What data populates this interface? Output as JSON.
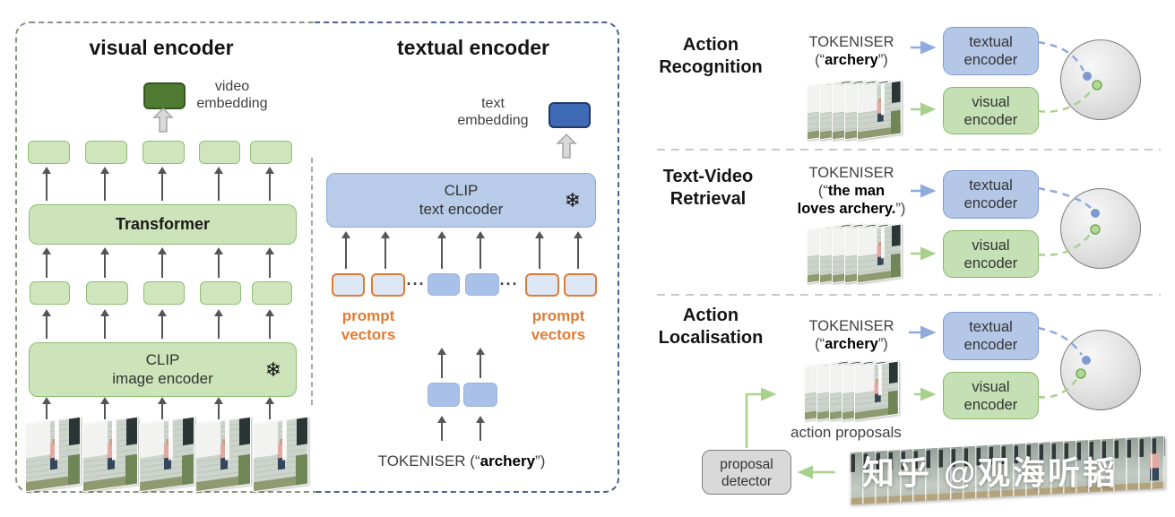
{
  "colors": {
    "green_fill": "#cfe6bd",
    "green_border": "#8ebe76",
    "dark_green_embedding": "#4e7b31",
    "blue_fill": "#b8cbe9",
    "blue_border": "#8faadc",
    "dark_blue_embedding": "#3f6ab5",
    "token_blue": "#a9c1e8",
    "prompt_orange": "#e07b33",
    "arrow_gray": "#555555",
    "arrow_blue": "#8faadc",
    "arrow_green": "#a9d18e",
    "sphere_gray": "#d9d9d9"
  },
  "left": {
    "visual": {
      "title": "visual encoder",
      "video_embedding_label": "video embedding",
      "transformer": "Transformer",
      "clip_line1": "CLIP",
      "clip_line2": "image encoder",
      "snowflake": "❄"
    },
    "textual": {
      "title": "textual encoder",
      "text_embedding_label": "text embedding",
      "clip_line1": "CLIP",
      "clip_line2": "text encoder",
      "snowflake": "❄",
      "prompt_vectors": "prompt vectors",
      "ellipsis": "···",
      "tokeniser_prefix": "TOKENISER (“",
      "tokeniser_bold": "archery",
      "tokeniser_suffix": "”)"
    }
  },
  "right": {
    "textual_encoder_line1": "textual",
    "textual_encoder_line2": "encoder",
    "visual_encoder_line1": "visual",
    "visual_encoder_line2": "encoder",
    "rows": [
      {
        "title1": "Action",
        "title2": "Recognition",
        "tok1": "TOKENISER",
        "tok2_pre": "(“",
        "tok2_bold": "archery",
        "tok2_suf": "”)"
      },
      {
        "title1": "Text-Video",
        "title2": "Retrieval",
        "tok1": "TOKENISER",
        "tok2_pre": "(“",
        "tok2_bold": "the man",
        "tok3_bold": "loves archery.",
        "tok3_suf": "”)"
      },
      {
        "title1": "Action",
        "title2": "Localisation",
        "tok1": "TOKENISER",
        "tok2_pre": "(“",
        "tok2_bold": "archery",
        "tok2_suf": "”)"
      }
    ],
    "action_proposals": "action proposals",
    "proposal_detector_line1": "proposal",
    "proposal_detector_line2": "detector"
  },
  "watermark": "知乎 @观海听韬"
}
